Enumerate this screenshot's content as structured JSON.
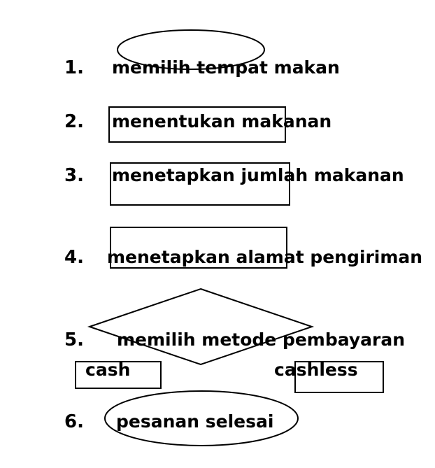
{
  "steps": [
    {
      "number": "1.",
      "text": "memilih tempat makan"
    },
    {
      "number": "2.",
      "text": "menentukan makanan"
    },
    {
      "number": "3.",
      "text": "menetapkan jumlah makanan"
    },
    {
      "number": "4.",
      "text": "menetapkan alamat pengiriman"
    },
    {
      "number": "5.",
      "text": "memilih metode pembayaran"
    },
    {
      "number": "6.",
      "text": "pesanan selesai"
    }
  ],
  "payment_options": {
    "cash": "cash",
    "cashless": "cashless"
  },
  "colors": {
    "stroke": "#000000",
    "text": "#000000",
    "background": "#ffffff"
  }
}
